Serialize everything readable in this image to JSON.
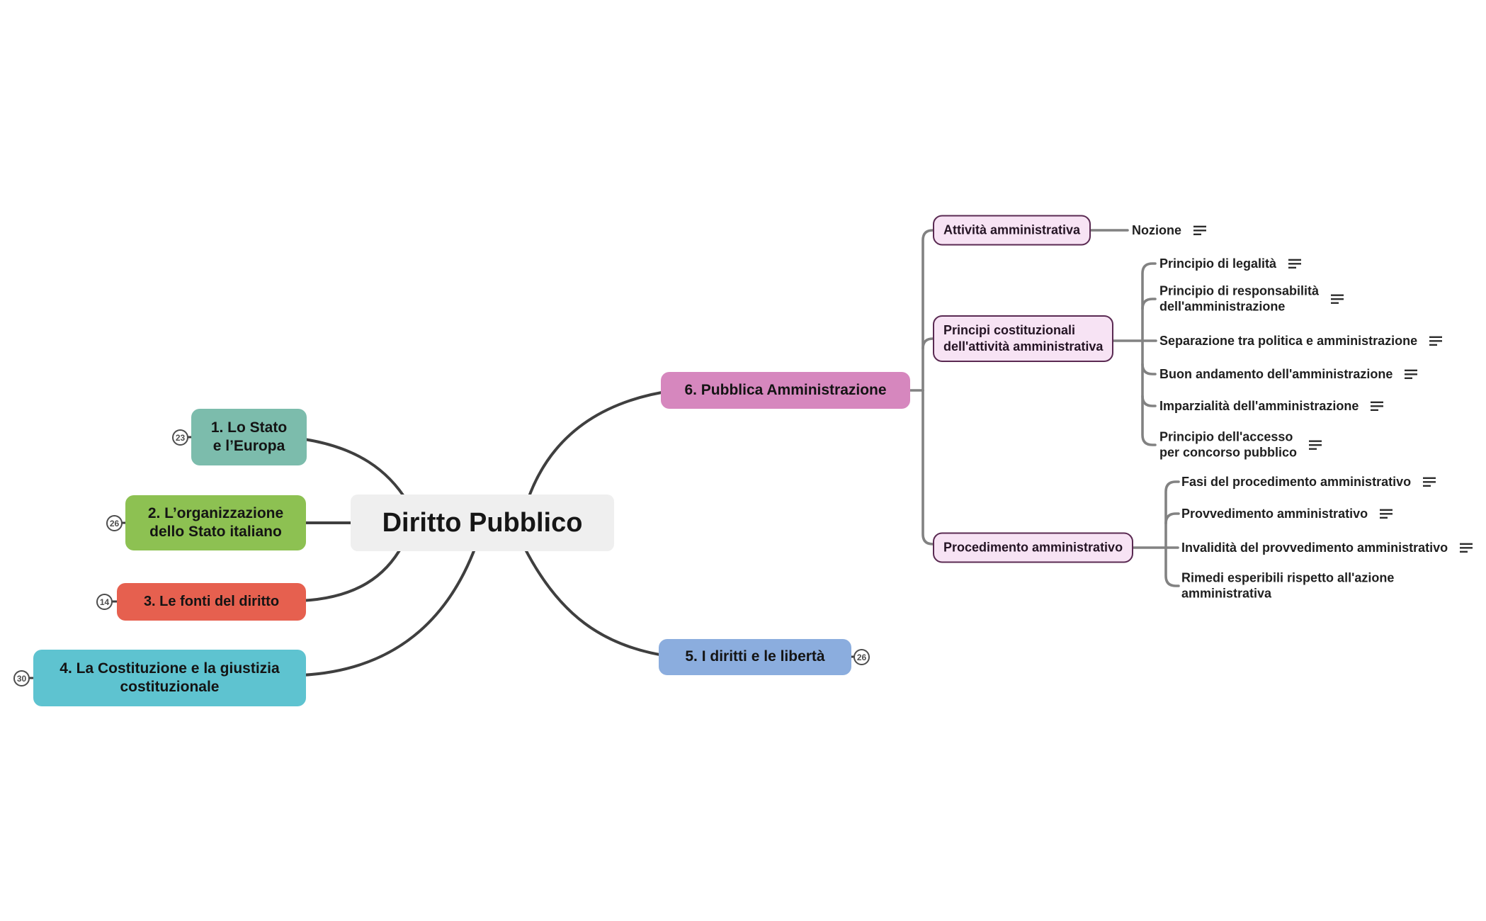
{
  "title": "Diritto Pubblico",
  "palette": {
    "central_fill": "#efefef",
    "child_fill": "#f7e3f4",
    "child_border": "#5a2a52",
    "line_dark": "#3f3f3f",
    "line_gray": "#828282",
    "badge_border": "#4d4d4d"
  },
  "left_branches": [
    {
      "label": "1. Lo Stato\ne l’Europa",
      "badge": "23",
      "color": "#7cbcac"
    },
    {
      "label": "2. L’organizzazione\ndello Stato italiano",
      "badge": "26",
      "color": "#8dc152"
    },
    {
      "label": "3. Le fonti del diritto",
      "badge": "14",
      "color": "#e6604f"
    },
    {
      "label": "4. La Costituzione e la giustizia\ncostituzionale",
      "badge": "30",
      "color": "#5ec3d0"
    }
  ],
  "right_branches": [
    {
      "label": "6. Pubblica Amministrazione",
      "color": "#d687be",
      "children": [
        {
          "label": "Attività amministrativa",
          "leaves": [
            {
              "label": "Nozione",
              "icon": "notes"
            }
          ]
        },
        {
          "label": "Principi costituzionali\ndell'attività amministrativa",
          "leaves": [
            {
              "label": "Principio di legalità",
              "icon": "notes"
            },
            {
              "label": "Principio di responsabilità\ndell'amministrazione",
              "icon": "notes"
            },
            {
              "label": "Separazione tra politica e amministrazione",
              "icon": "notes"
            },
            {
              "label": "Buon andamento dell'amministrazione",
              "icon": "notes"
            },
            {
              "label": "Imparzialità dell'amministrazione",
              "icon": "notes"
            },
            {
              "label": "Principio dell'accesso\nper concorso pubblico",
              "icon": "notes"
            }
          ]
        },
        {
          "label": "Procedimento amministrativo",
          "leaves": [
            {
              "label": "Fasi del procedimento amministrativo",
              "icon": "notes"
            },
            {
              "label": "Provvedimento amministrativo",
              "icon": "notes"
            },
            {
              "label": "Invalidità del provvedimento amministrativo",
              "icon": "notes"
            },
            {
              "label": "Rimedi esperibili rispetto all'azione\namministrativa",
              "icon": "none"
            }
          ]
        }
      ]
    },
    {
      "label": "5. I diritti e le libertà",
      "badge": "26",
      "color": "#8badde"
    }
  ]
}
